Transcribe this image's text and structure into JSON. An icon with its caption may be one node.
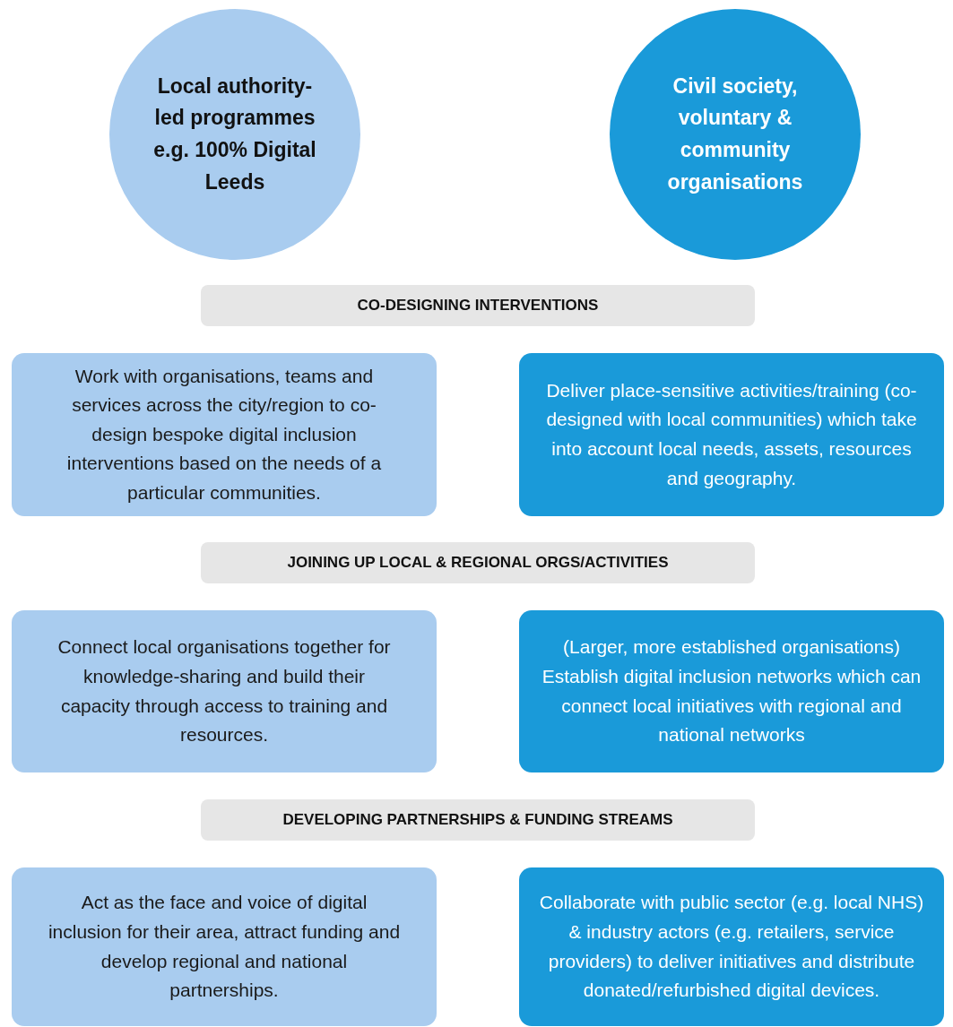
{
  "diagram": {
    "nodes": [
      {
        "text": [
          "Local authority-led programmes e.g. 100% Digital Leeds"
        ]
      },
      {
        "text": [
          "Civil society, voluntary & community organisations"
        ]
      },
      {
        "text": [
          "CO-DESIGNING INTERVENTIONS"
        ]
      },
      {
        "text": [
          "Work with organisations, teams and services across the city/region to co-design bespoke digital inclusion interventions based on the needs of a particular communities."
        ]
      },
      {
        "text": [
          "Deliver place-sensitive activities/training (co-designed with local communities) which take into account local needs, assets, resources and geography."
        ]
      },
      {
        "text": [
          "JOINING UP LOCAL & REGIONAL ORGS/ACTIVITIES"
        ]
      },
      {
        "text": [
          "Connect local organisations together for knowledge-sharing and build their capacity through access to training and resources."
        ]
      },
      {
        "text": [
          "(Larger, more established organisations) Establish digital inclusion networks which can connect local initiatives with regional and national networks"
        ]
      },
      {
        "text": [
          "DEVELOPING PARTNERSHIPS & FUNDING STREAMS"
        ]
      },
      {
        "text": [
          "Act as the face and voice of digital inclusion for their area, attract funding and develop regional and national partnerships."
        ]
      },
      {
        "text": [
          "Collaborate with public sector (e.g. local NHS) & industry actors (e.g. retailers, service providers) to deliver initiatives and distribute donated/refurbished digital devices."
        ]
      }
    ]
  }
}
